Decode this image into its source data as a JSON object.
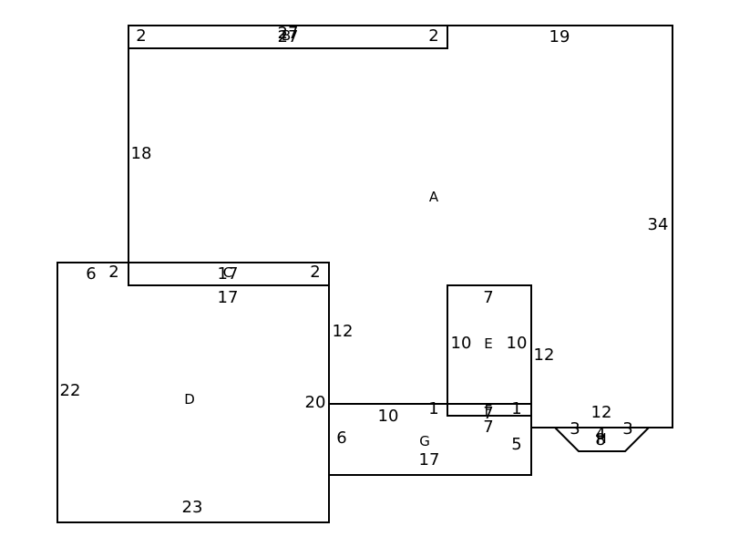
{
  "rooms": {
    "A": "A",
    "B": "B",
    "C": "C",
    "D": "D",
    "E": "E",
    "F": "F",
    "G": "G",
    "H": "H"
  },
  "dims": {
    "b_left": "2",
    "b_top_a": "27",
    "b_top_b": "27",
    "b_right": "2",
    "a_top_right": "19",
    "a_left": "18",
    "a_right": "34",
    "c_far_left": "6",
    "c_left": "2",
    "c_top": "17",
    "c_right": "2",
    "c_bottom": "17",
    "d_left": "22",
    "d_bottom": "23",
    "d_right": "20",
    "d_right_upper": "12",
    "e_top": "7",
    "e_left": "10",
    "e_right": "10",
    "e_right_outer": "12",
    "f_left": "1",
    "f_top": "7",
    "f_bottom": "7",
    "f_right": "1",
    "g_top": "10",
    "g_left": "6",
    "g_bottom": "17",
    "g_right": "5",
    "h_top": "12",
    "h_left": "3",
    "h_right": "3",
    "h_mid_a": "4",
    "h_mid_b": "8"
  }
}
